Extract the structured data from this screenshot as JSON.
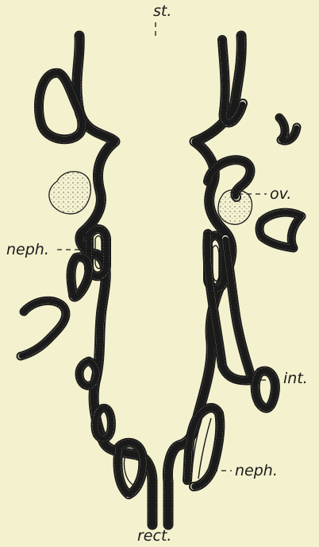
{
  "labels": {
    "st": "st.",
    "ov": "ov.",
    "neph_left": "neph.",
    "int": "int.",
    "neph_right": "neph.",
    "rect": "rect."
  }
}
